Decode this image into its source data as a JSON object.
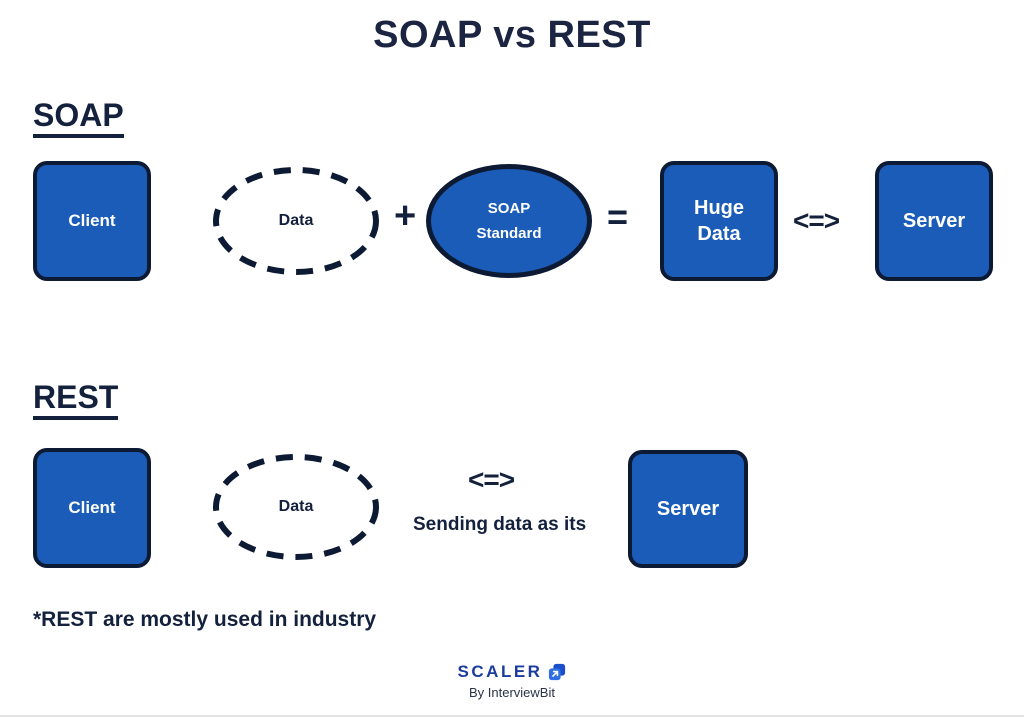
{
  "title": "SOAP vs REST",
  "soap": {
    "heading": "SOAP",
    "client": "Client",
    "data": "Data",
    "plus": "+",
    "standard_line1": "SOAP",
    "standard_line2": "Standard",
    "equals": "=",
    "huge_line1": "Huge",
    "huge_line2": "Data",
    "arrow": "<=>",
    "server": "Server"
  },
  "rest": {
    "heading": "REST",
    "client": "Client",
    "data": "Data",
    "arrow": "<=>",
    "caption": "Sending data as its",
    "server": "Server"
  },
  "footnote": "*REST are mostly used in industry",
  "footer": {
    "brand": "SCALER",
    "byline": "By InterviewBit"
  },
  "colors": {
    "shape_fill": "#1A5CB8",
    "outline_navy": "#0D1A33",
    "text_navy": "#14213D",
    "scaler_blue": "#1B3C9C",
    "scaler_icon_blue": "#2F6FE3"
  }
}
